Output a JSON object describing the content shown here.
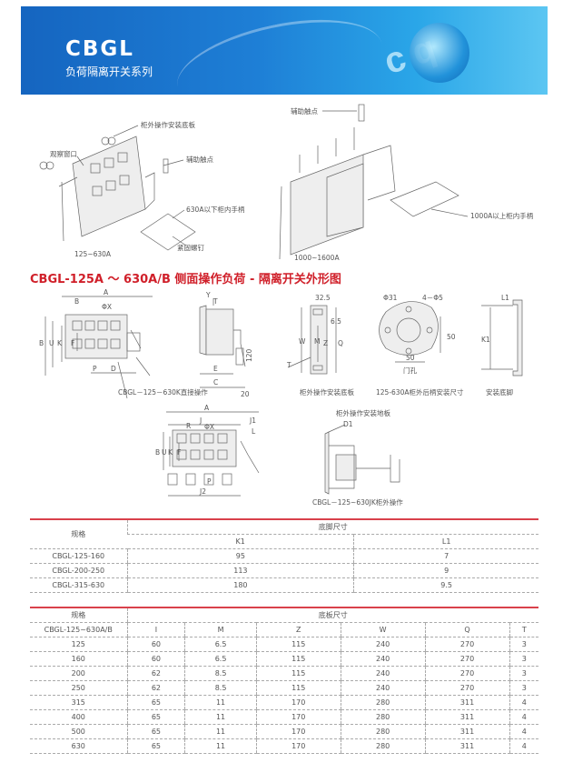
{
  "header": {
    "brand": "CBGL",
    "subtitle": "负荷隔离开关系列"
  },
  "top_drawings": {
    "left": {
      "labels": [
        "柜外操作安装底板",
        "观察窗口",
        "辅助触点",
        "630A以下柜内手柄",
        "紧固螺钉"
      ],
      "caption": "125~630A"
    },
    "right": {
      "labels": [
        "辅助触点",
        "1000A以上柜内手柄"
      ],
      "caption": "1000~1600A"
    }
  },
  "section_title": "CBGL-125A ～ 630A/B 侧面操作负荷 - 隔离开关外形图",
  "dim_drawings": {
    "front": {
      "labels": {
        "A": "A",
        "B": "B",
        "U": "U",
        "K": "K",
        "F": "F",
        "Bs": "B",
        "PX": "ΦX",
        "P": "P",
        "D": "D"
      }
    },
    "side": {
      "labels": {
        "Y": "Y",
        "T": "T",
        "E": "E",
        "C": "C",
        "h120": "120",
        "w20": "20"
      },
      "caption": "CBGL－125－630K直接操作"
    },
    "plate": {
      "labels": {
        "d325": "32.5",
        "d65": "6.5",
        "W": "W",
        "M": "M",
        "Z": "Z",
        "Q": "Q",
        "T": "T"
      },
      "caption": "柜外操作安装底板"
    },
    "door": {
      "labels": {
        "phi31": "Φ31",
        "phi5": "4－Φ5",
        "d50v": "50",
        "d50h": "50",
        "hole": "门孔"
      },
      "caption": "125-630A柜外后柄安装尺寸"
    },
    "foot": {
      "labels": {
        "L1": "L1",
        "K1": "K1"
      },
      "caption": "安装底脚"
    },
    "front2": {
      "labels": {
        "A": "A",
        "J": "J",
        "J1": "J1",
        "R": "R",
        "PX": "ΦX",
        "L": "L",
        "B": "B",
        "U": "U",
        "K": "K",
        "F": "F",
        "P": "P",
        "J2": "J2"
      }
    },
    "ext": {
      "title": "柜外操作安装地板",
      "labels": {
        "D1": "D1"
      },
      "caption": "CBGL－125~630JK柜外操作"
    }
  },
  "table1": {
    "header": "规格",
    "group": "底脚尺寸",
    "columns": [
      "K1",
      "L1"
    ],
    "rows": [
      {
        "spec": "CBGL-125-160",
        "v": [
          "95",
          "7"
        ]
      },
      {
        "spec": "CBGL-200-250",
        "v": [
          "113",
          "9"
        ]
      },
      {
        "spec": "CBGL-315-630",
        "v": [
          "180",
          "9.5"
        ]
      }
    ]
  },
  "table2": {
    "header": "规格",
    "group": "底板尺寸",
    "model": "CBGL-125~630A/B",
    "columns": [
      "I",
      "M",
      "Z",
      "W",
      "Q",
      "T"
    ],
    "rows": [
      {
        "spec": "125",
        "v": [
          "60",
          "6.5",
          "115",
          "240",
          "270",
          "3"
        ]
      },
      {
        "spec": "160",
        "v": [
          "60",
          "6.5",
          "115",
          "240",
          "270",
          "3"
        ]
      },
      {
        "spec": "200",
        "v": [
          "62",
          "8.5",
          "115",
          "240",
          "270",
          "3"
        ]
      },
      {
        "spec": "250",
        "v": [
          "62",
          "8.5",
          "115",
          "240",
          "270",
          "3"
        ]
      },
      {
        "spec": "315",
        "v": [
          "65",
          "11",
          "170",
          "280",
          "311",
          "4"
        ]
      },
      {
        "spec": "400",
        "v": [
          "65",
          "11",
          "170",
          "280",
          "311",
          "4"
        ]
      },
      {
        "spec": "500",
        "v": [
          "65",
          "11",
          "170",
          "280",
          "311",
          "4"
        ]
      },
      {
        "spec": "630",
        "v": [
          "65",
          "11",
          "170",
          "280",
          "311",
          "4"
        ]
      }
    ]
  }
}
